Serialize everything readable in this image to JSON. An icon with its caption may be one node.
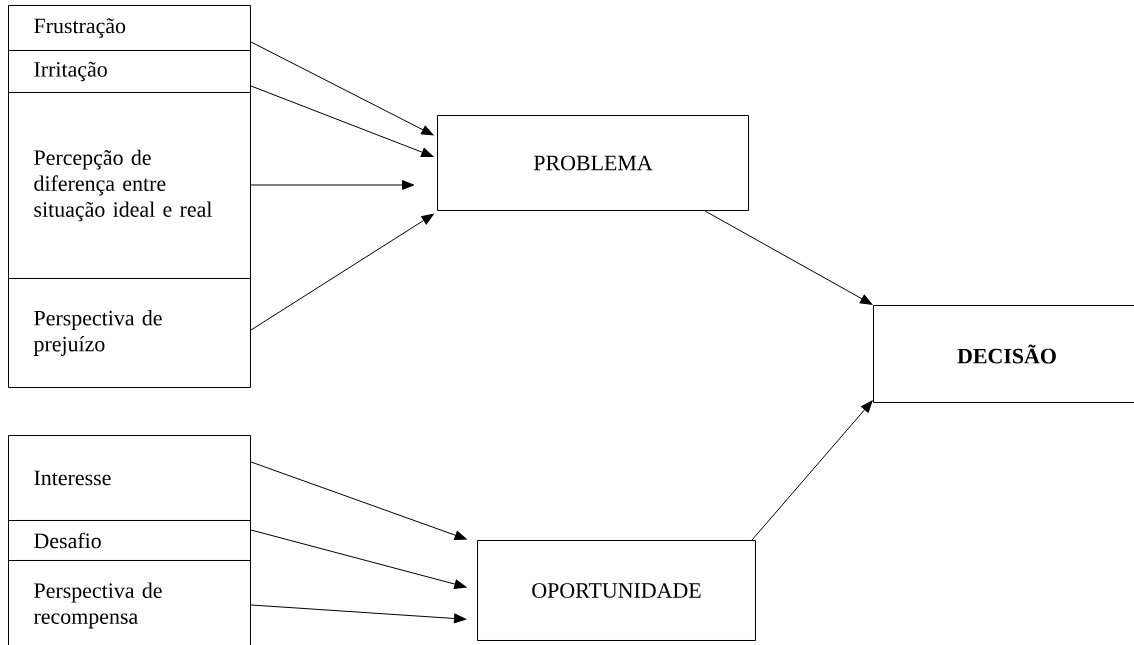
{
  "diagram": {
    "nodes": [
      {
        "text": [
          "Frustração"
        ]
      },
      {
        "text": [
          "Irritação"
        ]
      },
      {
        "text": [
          "Percepção de diferença entre situação ideal e real"
        ]
      },
      {
        "text": [
          "Perspectiva de prejuízo"
        ]
      },
      {
        "text": [
          "PROBLEMA"
        ]
      },
      {
        "text": [
          "DECISÃO"
        ]
      },
      {
        "text": [
          "Interesse"
        ]
      },
      {
        "text": [
          "Desafio"
        ]
      },
      {
        "text": [
          "Perspectiva de recompensa"
        ]
      },
      {
        "text": [
          "OPORTUNIDADE"
        ]
      }
    ],
    "edges": [
      {
        "from": 0,
        "to": 4,
        "arrow": "to"
      },
      {
        "from": 1,
        "to": 4,
        "arrow": "to"
      },
      {
        "from": 2,
        "to": 4,
        "arrow": "to"
      },
      {
        "from": 3,
        "to": 4,
        "arrow": "to"
      },
      {
        "from": 4,
        "to": 5,
        "arrow": "to"
      },
      {
        "from": 9,
        "to": 5,
        "arrow": "to"
      },
      {
        "from": 6,
        "to": 9,
        "arrow": "to"
      },
      {
        "from": 7,
        "to": 9,
        "arrow": "to"
      },
      {
        "from": 8,
        "to": 9,
        "arrow": "to"
      }
    ]
  }
}
